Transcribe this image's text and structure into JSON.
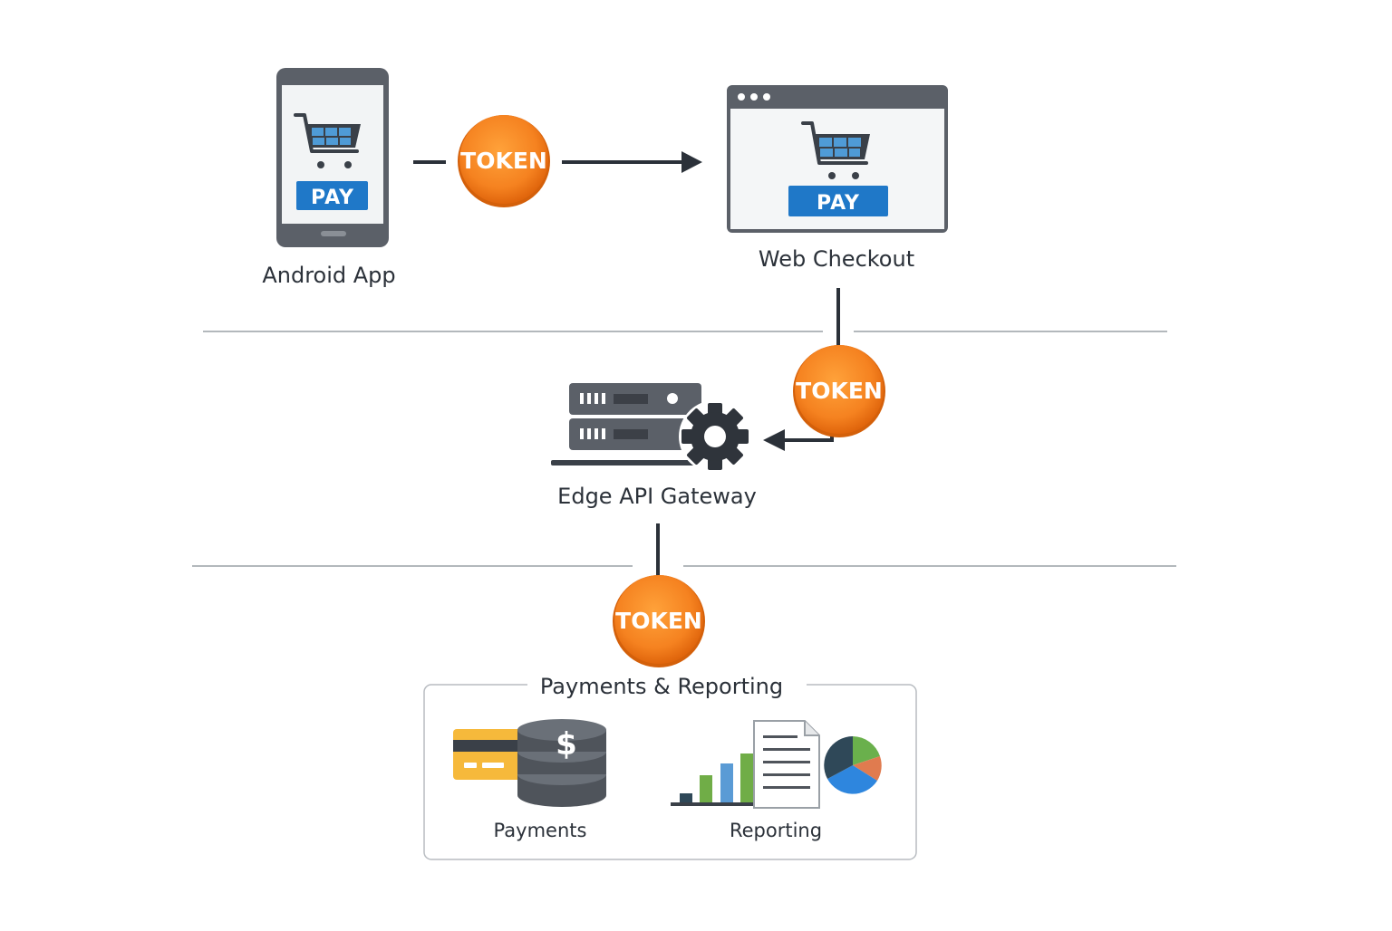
{
  "nodes": {
    "android_app": {
      "label": "Android App",
      "button": "PAY"
    },
    "web_checkout": {
      "label": "Web Checkout",
      "button": "PAY"
    },
    "gateway": {
      "label": "Edge API Gateway"
    },
    "group": {
      "title": "Payments & Reporting",
      "payments_label": "Payments",
      "reporting_label": "Reporting"
    }
  },
  "tokens": {
    "t1": "TOKEN",
    "t2": "TOKEN",
    "t3": "TOKEN"
  },
  "colors": {
    "ink": "#2b3139",
    "device": "#5b6068",
    "pay_button": "#1f78c8",
    "token": "#f58220",
    "card": "#f6b93b",
    "bar_blue": "#5a9bd5",
    "bar_green": "#70ad47",
    "pie_dark": "#2f4858",
    "pie_green": "#6ab04c",
    "pie_orange": "#e07b4f",
    "pie_blue": "#2e86de"
  }
}
